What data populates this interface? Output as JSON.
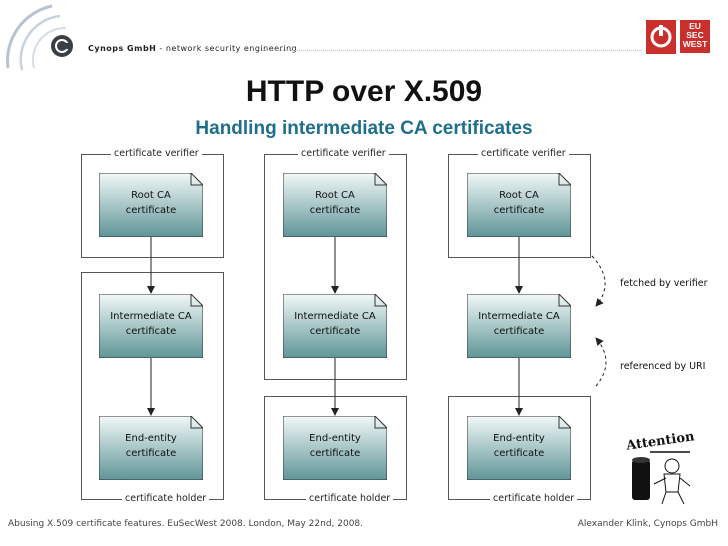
{
  "header": {
    "company": "Cynops GmbH",
    "tagline": "- network security engineering"
  },
  "badge": {
    "lines": [
      "EU",
      "SEC",
      "WEST"
    ]
  },
  "title": "HTTP over X.509",
  "subtitle": "Handling intermediate CA certificates",
  "diagram": {
    "verifier_label": "certificate verifier",
    "holder_label": "certificate holder",
    "root": [
      "Root CA",
      "certificate"
    ],
    "intermediate": [
      "Intermediate CA",
      "certificate"
    ],
    "endentity": [
      "End-entity",
      "certificate"
    ],
    "annotations": {
      "fetched": "fetched by verifier",
      "referenced": "referenced by URI"
    }
  },
  "attention": "Attention",
  "footer": {
    "left": "Abusing X.509 certificate features. EuSecWest 2008. London, May 22nd, 2008.",
    "right": "Alexander Klink, Cynops GmbH"
  },
  "colors": {
    "subtitle": "#1f6f8c",
    "card_top": "#f2f8f8",
    "card_bottom": "#5f9597",
    "badge": "#c9302c"
  }
}
